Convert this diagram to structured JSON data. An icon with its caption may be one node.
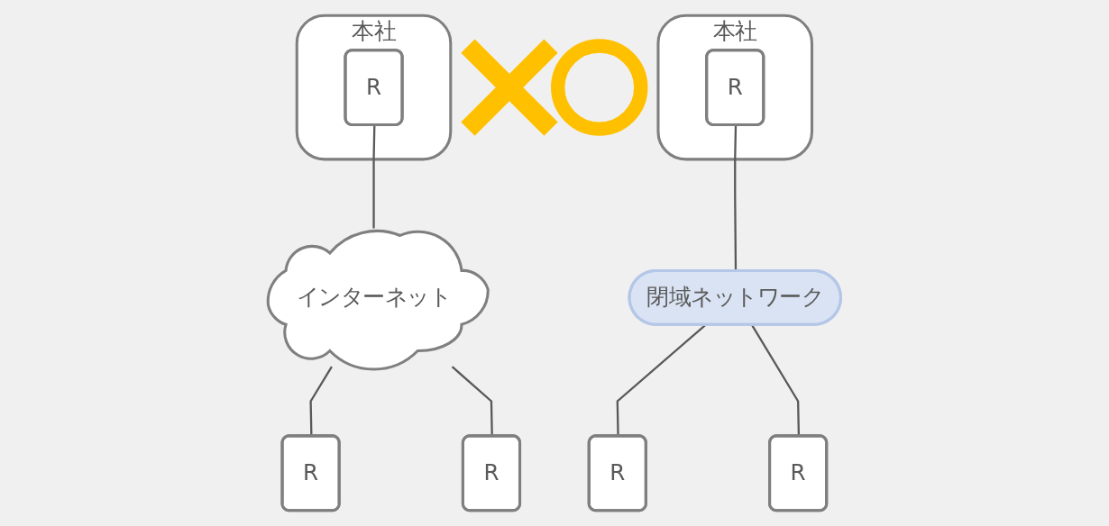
{
  "diagram": {
    "nodes": [
      {
        "text": [
          "本社"
        ]
      },
      {
        "text": [
          "R"
        ],
        "in": 0
      },
      {
        "text": [
          "インターネット"
        ]
      },
      {
        "text": [],
        "shape": "cross"
      },
      {
        "text": [
          "R"
        ]
      },
      {
        "text": [
          "R"
        ]
      },
      {
        "text": [
          "本社"
        ]
      },
      {
        "text": [
          "R"
        ],
        "in": 6
      },
      {
        "text": [
          "閉域ネットワーク"
        ]
      },
      {
        "text": [],
        "shape": "circle"
      },
      {
        "text": [
          "R"
        ]
      },
      {
        "text": [
          "R"
        ]
      }
    ],
    "edges": [
      {
        "from": 1,
        "to": 2,
        "arrow": "none"
      },
      {
        "from": 2,
        "to": 4,
        "arrow": "none"
      },
      {
        "from": 2,
        "to": 5,
        "arrow": "none"
      },
      {
        "from": 7,
        "to": 8,
        "arrow": "none"
      },
      {
        "from": 8,
        "to": 10,
        "arrow": "none"
      },
      {
        "from": 8,
        "to": 11,
        "arrow": "none"
      }
    ]
  }
}
